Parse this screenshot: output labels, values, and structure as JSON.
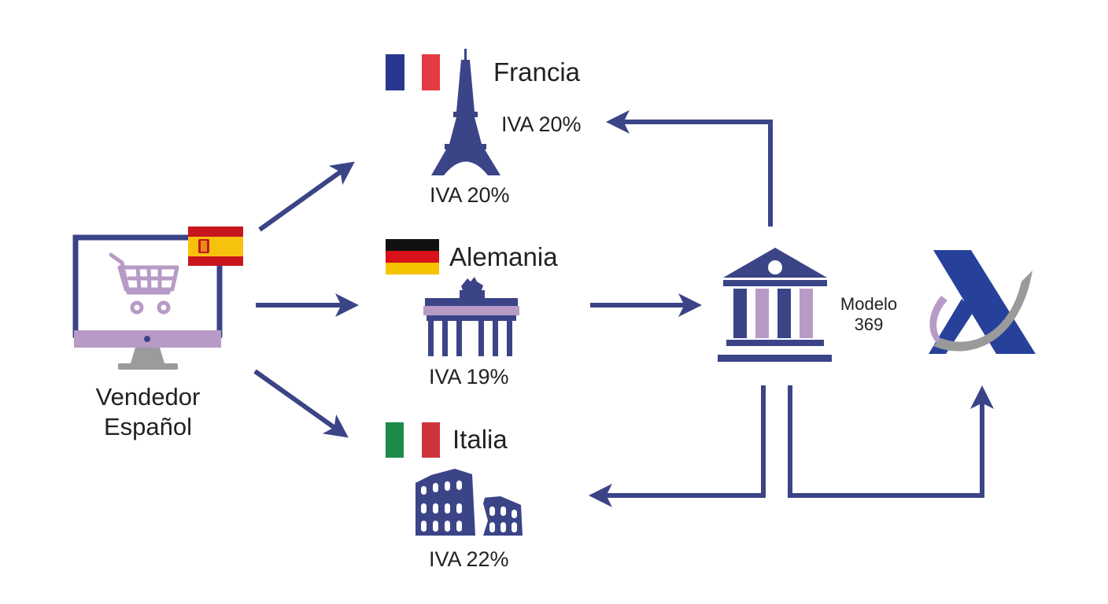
{
  "seller": {
    "line1": "Vendedor",
    "line2": "Español"
  },
  "countries": [
    {
      "name": "Francia",
      "vat": "IVA 20%"
    },
    {
      "name": "Alemania",
      "vat": "IVA 19%"
    },
    {
      "name": "Italia",
      "vat": "IVA 22%"
    }
  ],
  "return_label": "IVA 20%",
  "modelo": {
    "line1": "Modelo",
    "line2": "369"
  },
  "colors": {
    "navy": "#3b4487",
    "lavender": "#b79bc6",
    "france_blue": "#27378f",
    "france_red": "#e43b44",
    "germany_black": "#111111",
    "germany_red": "#d8111a",
    "germany_gold": "#f5c300",
    "italy_green": "#1e8a48",
    "italy_red": "#cf343c",
    "spain_red": "#c7161d",
    "spain_yellow": "#f7c20e",
    "agency_blue": "#27419a",
    "agency_gray": "#9a9a9a"
  },
  "icons": [
    "computer-shopping-cart-icon",
    "spain-flag-icon",
    "eiffel-tower-icon",
    "brandenburg-gate-icon",
    "colosseum-icon",
    "tax-office-building-icon",
    "tax-agency-logo-icon"
  ]
}
